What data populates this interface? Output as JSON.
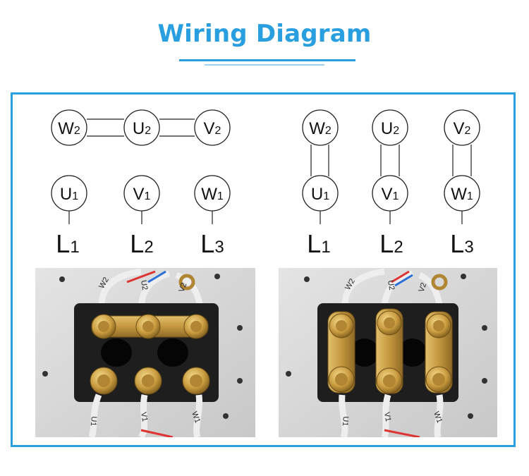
{
  "title": "Wiring Diagram",
  "colors": {
    "accent": "#2a9fdf",
    "copper": "#c79a3e",
    "block": "#1e1e1e",
    "plate": "#d6d6d6"
  },
  "star": {
    "top": [
      {
        "main": "W",
        "sub": "2"
      },
      {
        "main": "U",
        "sub": "2"
      },
      {
        "main": "V",
        "sub": "2"
      }
    ],
    "bottom": [
      {
        "main": "U",
        "sub": "1"
      },
      {
        "main": "V",
        "sub": "1"
      },
      {
        "main": "W",
        "sub": "1"
      }
    ],
    "lines": [
      {
        "main": "L",
        "sub": "1"
      },
      {
        "main": "L",
        "sub": "2"
      },
      {
        "main": "L",
        "sub": "3"
      }
    ]
  },
  "delta": {
    "top": [
      {
        "main": "W",
        "sub": "2"
      },
      {
        "main": "U",
        "sub": "2"
      },
      {
        "main": "V",
        "sub": "2"
      }
    ],
    "bottom": [
      {
        "main": "U",
        "sub": "1"
      },
      {
        "main": "V",
        "sub": "1"
      },
      {
        "main": "W",
        "sub": "1"
      }
    ],
    "lines": [
      {
        "main": "L",
        "sub": "1"
      },
      {
        "main": "L",
        "sub": "2"
      },
      {
        "main": "L",
        "sub": "3"
      }
    ]
  },
  "photo_labels": {
    "left_top": [
      "W2",
      "U2",
      "V2"
    ],
    "left_bottom": [
      "U1",
      "V1",
      "W1"
    ],
    "right_top": [
      "W2",
      "U2",
      "V2"
    ],
    "right_bottom": [
      "U1",
      "V1",
      "W1"
    ]
  }
}
